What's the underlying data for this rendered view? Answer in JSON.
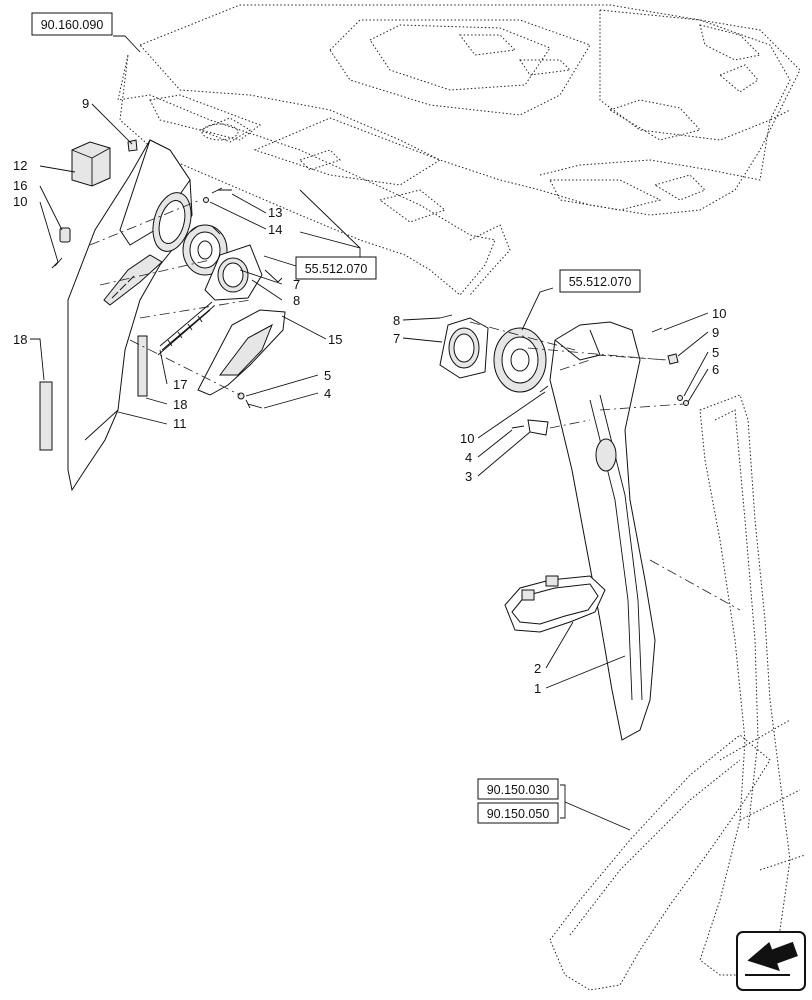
{
  "references": {
    "roof": "90.160.090",
    "speaker_left": "55.512.070",
    "speaker_right": "55.512.070",
    "pillar_a": "90.150.030",
    "pillar_b": "90.150.050"
  },
  "callouts": {
    "l9": "9",
    "l12": "12",
    "l16": "16",
    "l10": "10",
    "l13": "13",
    "l14": "14",
    "l7": "7",
    "l8": "8",
    "l15": "15",
    "l18a": "18",
    "l17": "17",
    "l18b": "18",
    "l11": "11",
    "l5": "5",
    "l4": "4",
    "r8": "8",
    "r7": "7",
    "r10a": "10",
    "r9": "9",
    "r5": "5",
    "r6": "6",
    "r10b": "10",
    "r4": "4",
    "r3": "3",
    "r2": "2",
    "r1": "1"
  },
  "icons": {
    "nav": "navigate-arrow-icon"
  }
}
